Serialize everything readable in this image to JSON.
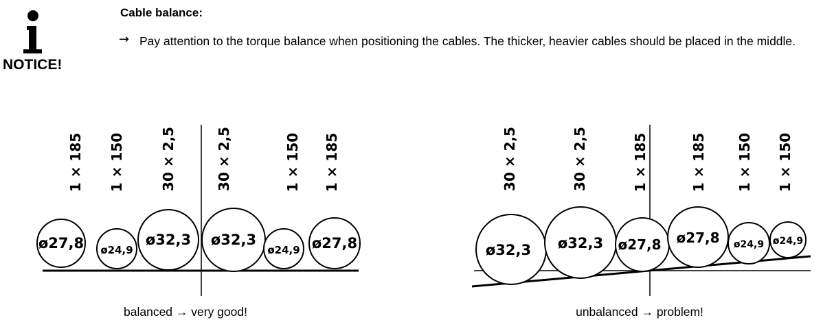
{
  "notice": {
    "label": "NOTICE!",
    "title": "Cable balance:",
    "arrow": "→",
    "text": "Pay attention to the torque balance when positioning the cables. The thicker, heavier cables should be placed in the middle."
  },
  "balanced": {
    "caption": "balanced → very good!",
    "cables": [
      {
        "spec": "1 × 185",
        "diameter": "ø27,8"
      },
      {
        "spec": "1 × 150",
        "diameter": "ø24,9"
      },
      {
        "spec": "30 × 2,5",
        "diameter": "ø32,3"
      },
      {
        "spec": "30 × 2,5",
        "diameter": "ø32,3"
      },
      {
        "spec": "1 × 150",
        "diameter": "ø24,9"
      },
      {
        "spec": "1 × 185",
        "diameter": "ø27,8"
      }
    ]
  },
  "unbalanced": {
    "caption": "unbalanced → problem!",
    "cables": [
      {
        "spec": "30 × 2,5",
        "diameter": "ø32,3"
      },
      {
        "spec": "30 × 2,5",
        "diameter": "ø32,3"
      },
      {
        "spec": "1 × 185",
        "diameter": "ø27,8"
      },
      {
        "spec": "1 × 185",
        "diameter": "ø27,8"
      },
      {
        "spec": "1 × 150",
        "diameter": "ø24,9"
      },
      {
        "spec": "1 × 150",
        "diameter": "ø24,9"
      }
    ]
  }
}
